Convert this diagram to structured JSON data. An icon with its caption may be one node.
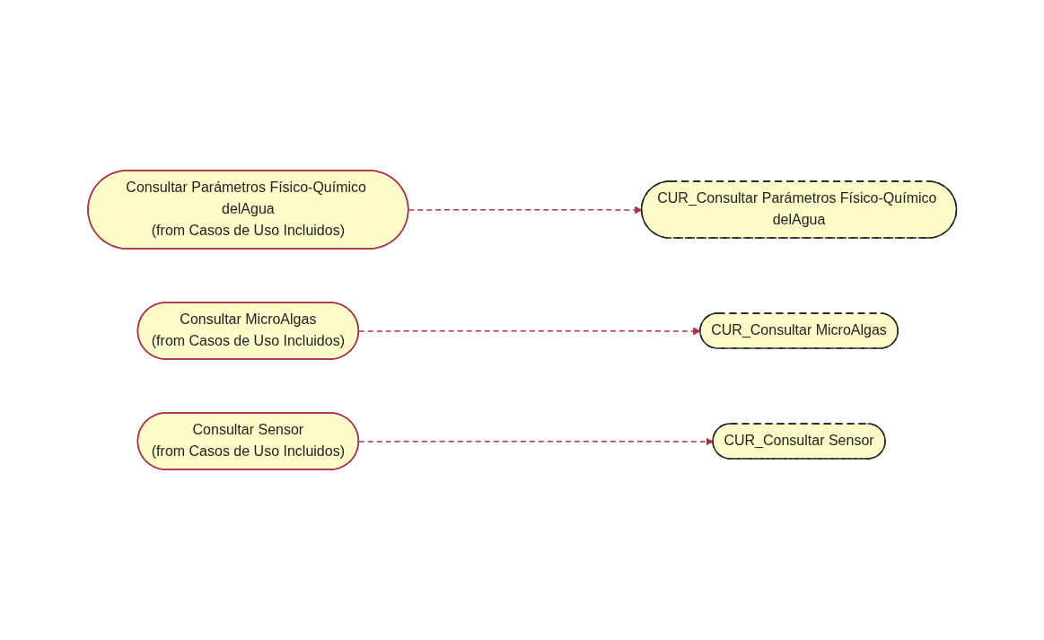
{
  "diagram": {
    "nodes": [
      {
        "text": [
          "Consultar Parámetros Físico-Químico delAgua",
          "(from Casos de Uso Incluidos)"
        ]
      },
      {
        "text": [
          "CUR_Consultar Parámetros Físico-Químico delAgua"
        ]
      },
      {
        "text": [
          "Consultar MicroAlgas",
          "(from Casos de Uso Incluidos)"
        ]
      },
      {
        "text": [
          "CUR_Consultar MicroAlgas"
        ]
      },
      {
        "text": [
          "Consultar Sensor",
          "(from Casos de Uso Incluidos)"
        ]
      },
      {
        "text": [
          "CUR_Consultar Sensor"
        ]
      }
    ],
    "edges": [
      {
        "from": 0,
        "to": 1,
        "arrow": "to",
        "style": "dashed"
      },
      {
        "from": 2,
        "to": 3,
        "arrow": "to",
        "style": "dashed"
      },
      {
        "from": 4,
        "to": 5,
        "arrow": "to",
        "style": "dashed"
      }
    ]
  }
}
